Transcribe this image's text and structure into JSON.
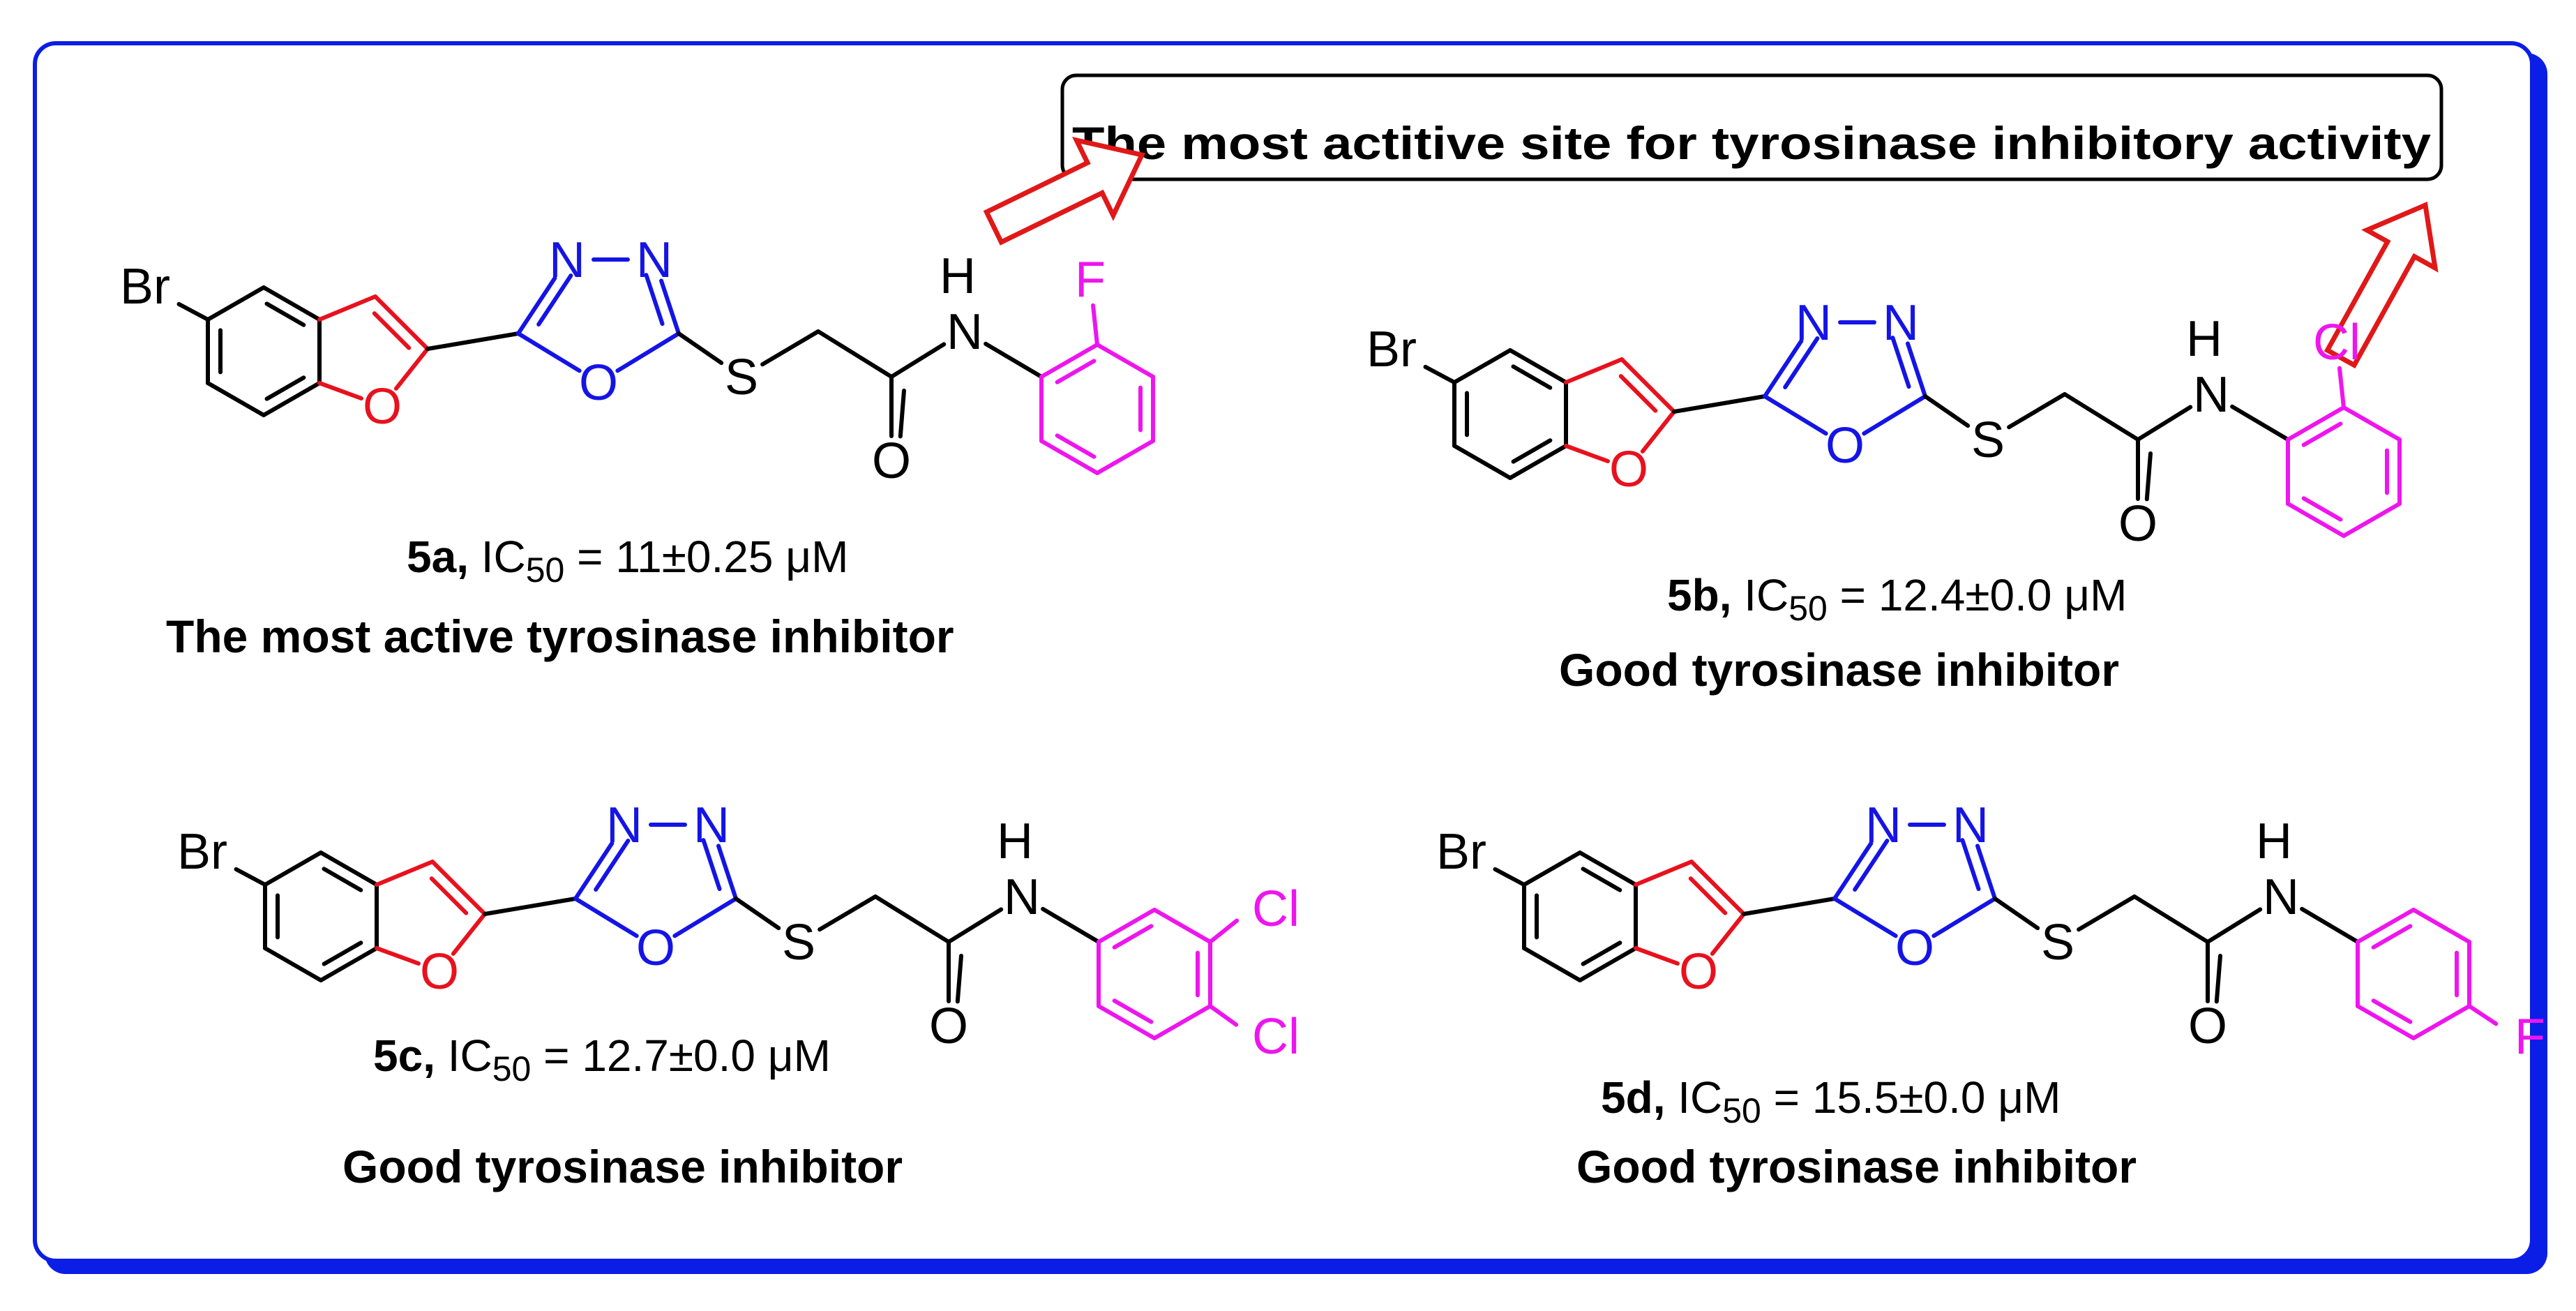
{
  "colors": {
    "frame": "#0b1ee6",
    "black": "#000000",
    "furan": "#e8111e",
    "oxadiazole": "#1414e6",
    "phenyl": "#ee15ee",
    "arrow": "#e01818"
  },
  "callout": "The most actitive site for tyrosinase inhibitory activity",
  "atoms": {
    "Br": "Br",
    "O": "O",
    "N": "N",
    "S": "S",
    "H": "H",
    "F": "F",
    "Cl": "Cl"
  },
  "compounds": [
    {
      "id": "5a",
      "ic_prefix": "IC",
      "ic_sub": "50",
      "ic_value": " = 11±0.25 μM",
      "verdict": "The most active tyrosinase inhibitor"
    },
    {
      "id": "5b",
      "ic_prefix": "IC",
      "ic_sub": "50",
      "ic_value": "  = 12.4±0.0 μM",
      "verdict": "Good tyrosinase inhibitor"
    },
    {
      "id": "5c",
      "ic_prefix": "IC",
      "ic_sub": "50",
      "ic_value": " = 12.7±0.0 μM",
      "verdict": "Good tyrosinase inhibitor"
    },
    {
      "id": "5d",
      "ic_prefix": "IC",
      "ic_sub": "50",
      "ic_value": "  = 15.5±0.0 μM",
      "verdict": "Good tyrosinase inhibitor"
    }
  ]
}
